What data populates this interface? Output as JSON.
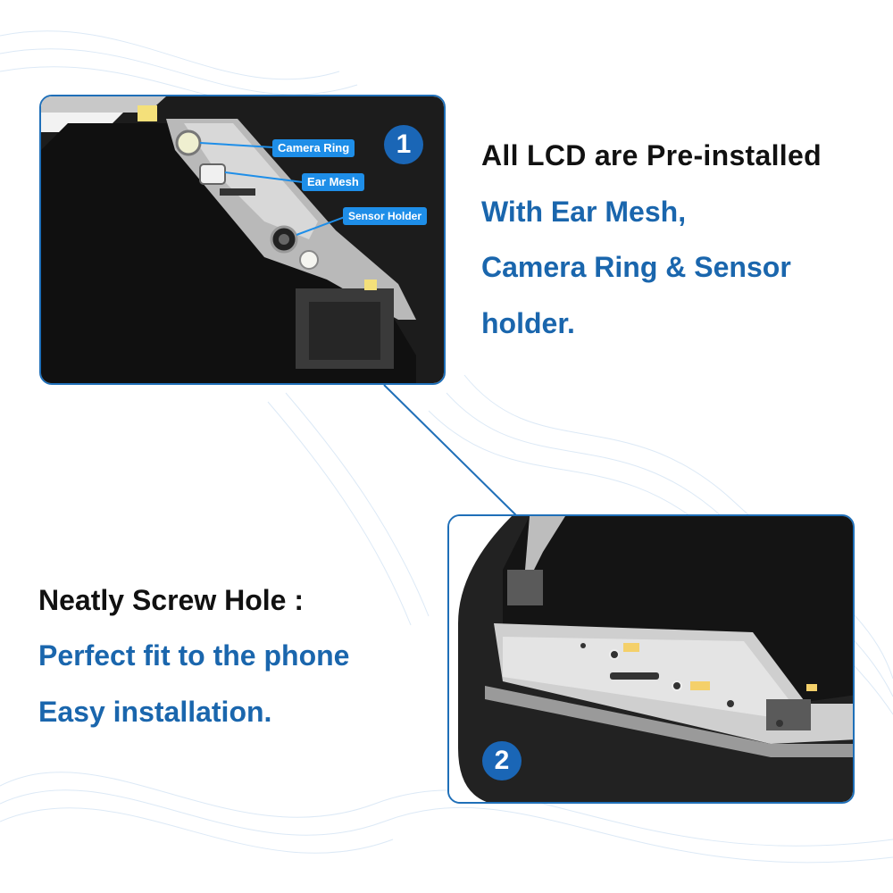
{
  "colors": {
    "accent_blue": "#1a66b6",
    "callout_blue": "#1e8ee8",
    "heading_black": "#111111",
    "text_blue": "#1a66ad"
  },
  "badges": [
    "1",
    "2"
  ],
  "callouts": {
    "camera_ring": "Camera Ring",
    "ear_mesh": "Ear Mesh",
    "sensor_holder": "Sensor Holder"
  },
  "top_block": {
    "heading": "All LCD are Pre-installed",
    "lines": [
      "With Ear Mesh,",
      "Camera Ring & Sensor",
      "holder."
    ]
  },
  "bottom_block": {
    "heading": "Neatly Screw Hole :",
    "lines": [
      "Perfect fit to the phone",
      "Easy installation."
    ]
  },
  "icons": [
    "camera-ring-icon",
    "ear-mesh-icon",
    "sensor-holder-icon",
    "screw-hole-icon"
  ]
}
